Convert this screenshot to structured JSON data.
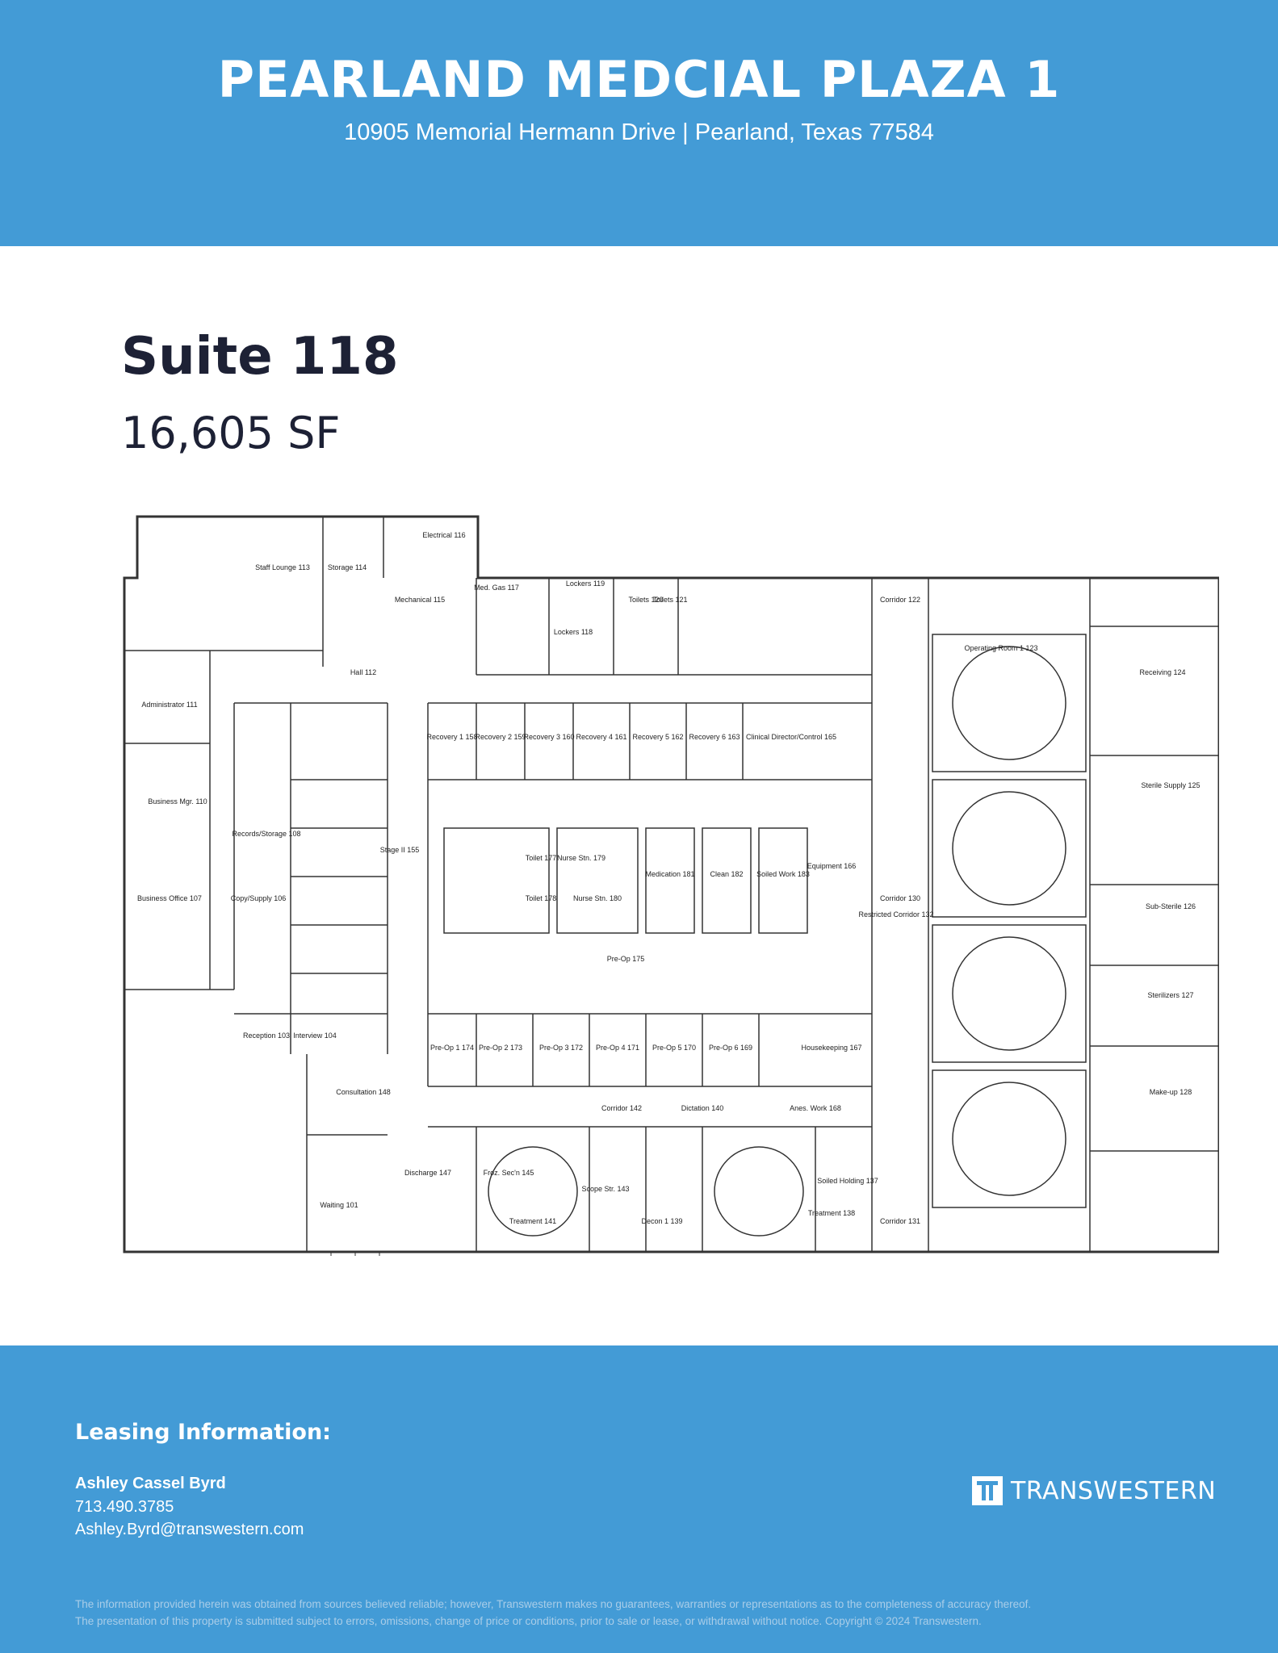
{
  "header": {
    "title": "PEARLAND MEDCIAL PLAZA 1",
    "address": "10905 Memorial Hermann Drive | Pearland, Texas 77584"
  },
  "suite": {
    "name": "Suite 118",
    "area": "16,605 SF"
  },
  "floor_plan": {
    "rooms": [
      {
        "name": "Staff Lounge",
        "number": "113"
      },
      {
        "name": "Storage",
        "number": "114"
      },
      {
        "name": "Mechanical",
        "number": "115"
      },
      {
        "name": "Electrical",
        "number": "116"
      },
      {
        "name": "Med. Gas",
        "number": "117"
      },
      {
        "name": "Lockers",
        "number": "118"
      },
      {
        "name": "Lockers",
        "number": "119"
      },
      {
        "name": "Toilets",
        "number": "120"
      },
      {
        "name": "Toilets",
        "number": "121"
      },
      {
        "name": "Corridor",
        "number": "122"
      },
      {
        "name": "Operating Room 1",
        "number": "123"
      },
      {
        "name": "Receiving",
        "number": "124"
      },
      {
        "name": "Sterile Supply",
        "number": "125"
      },
      {
        "name": "Sub-Sterile",
        "number": "126"
      },
      {
        "name": "Sterilizers",
        "number": "127"
      },
      {
        "name": "Make-up",
        "number": "128"
      },
      {
        "name": "Corridor",
        "number": "130"
      },
      {
        "name": "Corridor",
        "number": "131"
      },
      {
        "name": "Restricted Corridor",
        "number": "132"
      },
      {
        "name": "Soiled Holding",
        "number": "137"
      },
      {
        "name": "Treatment",
        "number": "138"
      },
      {
        "name": "Decon 1",
        "number": "139"
      },
      {
        "name": "Scope Str.",
        "number": "143"
      },
      {
        "name": "Treatment",
        "number": "141"
      },
      {
        "name": "Corridor",
        "number": "142"
      },
      {
        "name": "Dictation",
        "number": "140"
      },
      {
        "name": "Froz. Sec'n",
        "number": "145"
      },
      {
        "name": "Discharge",
        "number": "147"
      },
      {
        "name": "Consultation",
        "number": "148"
      },
      {
        "name": "Waiting",
        "number": "101"
      },
      {
        "name": "Reception",
        "number": "103"
      },
      {
        "name": "Interview",
        "number": "104"
      },
      {
        "name": "Business Office",
        "number": "107"
      },
      {
        "name": "Copy/Supply",
        "number": "106"
      },
      {
        "name": "Records/Storage",
        "number": "108"
      },
      {
        "name": "Business Mgr.",
        "number": "110"
      },
      {
        "name": "Administrator",
        "number": "111"
      },
      {
        "name": "Hall",
        "number": "112"
      },
      {
        "name": "Stage II",
        "number": "155"
      },
      {
        "name": "Pre-Op 1",
        "number": "174"
      },
      {
        "name": "Pre-Op 2",
        "number": "173"
      },
      {
        "name": "Pre-Op 3",
        "number": "172"
      },
      {
        "name": "Pre-Op 4",
        "number": "171"
      },
      {
        "name": "Pre-Op 5",
        "number": "170"
      },
      {
        "name": "Pre-Op 6",
        "number": "169"
      },
      {
        "name": "Recovery 1",
        "number": "158"
      },
      {
        "name": "Recovery 2",
        "number": "159"
      },
      {
        "name": "Recovery 3",
        "number": "160"
      },
      {
        "name": "Recovery 4",
        "number": "161"
      },
      {
        "name": "Recovery 5",
        "number": "162"
      },
      {
        "name": "Recovery 6",
        "number": "163"
      },
      {
        "name": "Clinical Director/Control",
        "number": "165"
      },
      {
        "name": "Equipment",
        "number": "166"
      },
      {
        "name": "Housekeeping",
        "number": "167"
      },
      {
        "name": "Anes. Work",
        "number": "168"
      },
      {
        "name": "Medication",
        "number": "181"
      },
      {
        "name": "Clean",
        "number": "182"
      },
      {
        "name": "Soiled Work",
        "number": "183"
      },
      {
        "name": "Nurse Stn.",
        "number": "179"
      },
      {
        "name": "Nurse Stn.",
        "number": "180"
      },
      {
        "name": "Toilet",
        "number": "177"
      },
      {
        "name": "Toilet",
        "number": "178"
      },
      {
        "name": "Pre-Op",
        "number": "175"
      }
    ]
  },
  "leasing": {
    "heading": "Leasing Information:",
    "contact_name": "Ashley Cassel Byrd",
    "phone": "713.490.3785",
    "email": "Ashley.Byrd@transwestern.com"
  },
  "brand": {
    "logo_text": "TRANSWESTERN",
    "icon": "transwestern-logo-icon",
    "color": "#439bd6"
  },
  "disclaimer": {
    "line1": "The information provided herein was obtained from sources believed reliable; however, Transwestern makes no guarantees, warranties or representations as to the completeness of accuracy thereof.",
    "line2": "The presentation of this property is submitted subject to errors, omissions, change of price or conditions, prior to sale or lease, or withdrawal without notice. Copyright © 2024 Transwestern."
  }
}
